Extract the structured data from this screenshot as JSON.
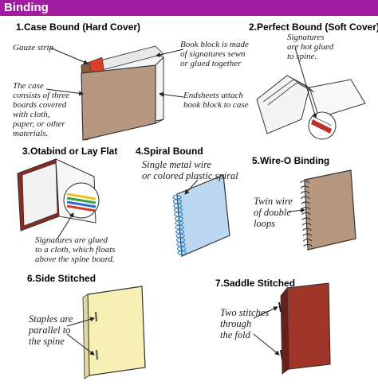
{
  "header": {
    "title": "Binding"
  },
  "sections": {
    "case_bound": {
      "title": "1.Case Bound (Hard Cover)",
      "labels": {
        "gauze": "Gauze strip",
        "book_block": [
          "Book block is made",
          "of signatures sewn",
          "or glued together"
        ],
        "case": [
          "The case",
          "consists of three",
          "boards covered",
          "with cloth,",
          "paper, or other",
          "materials."
        ],
        "endsheets": [
          "Endsheets attach",
          "book block to case"
        ]
      }
    },
    "perfect_bound": {
      "title": "2.Perfect Bound (Soft Cover)",
      "labels": {
        "signatures": [
          "Signatures",
          "are hot glued",
          "to spine."
        ]
      }
    },
    "otabind": {
      "title": "3.Otabind or Lay Flat",
      "labels": {
        "signatures": [
          "Signatures are glued",
          "to a cloth, which floats",
          "above the spine board."
        ]
      }
    },
    "spiral": {
      "title": "4.Spiral Bound",
      "labels": {
        "wire": [
          "Single metal wire",
          "or colored plastic spiral"
        ]
      }
    },
    "wire_o": {
      "title": "5.Wire-O Binding",
      "labels": {
        "wire": [
          "Twin wire",
          "of double",
          "loops"
        ]
      }
    },
    "side_stitched": {
      "title": "6.Side Stitched",
      "labels": {
        "staples": [
          "Staples are",
          "parallel to",
          "the spine"
        ]
      }
    },
    "saddle_stitched": {
      "title": "7.Saddle Stitched",
      "labels": {
        "stitches": [
          "Two stitches",
          "through",
          "the fold"
        ]
      }
    }
  },
  "colors": {
    "header_bg": "#a21ca2",
    "header_text": "#ffffff",
    "case_cover": "#b69880",
    "spiral_cover": "#bcd8f0",
    "wireo_cover": "#b69880",
    "side_cover": "#f6f0b4",
    "saddle_cover": "#a03628"
  }
}
